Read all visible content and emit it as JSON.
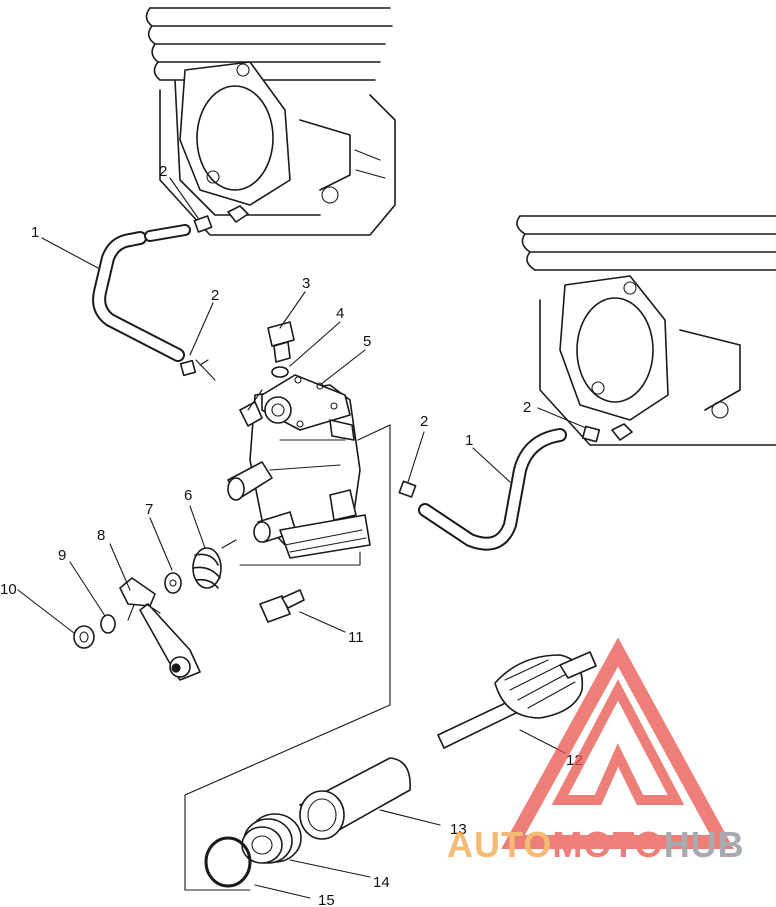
{
  "diagram": {
    "callouts": [
      {
        "id": "c1a",
        "label": "1"
      },
      {
        "id": "c2a",
        "label": "2"
      },
      {
        "id": "c2b",
        "label": "2"
      },
      {
        "id": "c3",
        "label": "3"
      },
      {
        "id": "c4",
        "label": "4"
      },
      {
        "id": "c5",
        "label": "5"
      },
      {
        "id": "c6",
        "label": "6"
      },
      {
        "id": "c7",
        "label": "7"
      },
      {
        "id": "c8",
        "label": "8"
      },
      {
        "id": "c9",
        "label": "9"
      },
      {
        "id": "c10",
        "label": "10"
      },
      {
        "id": "c11",
        "label": "11"
      },
      {
        "id": "c2c",
        "label": "2"
      },
      {
        "id": "c1b",
        "label": "1"
      },
      {
        "id": "c2d",
        "label": "2"
      },
      {
        "id": "c12",
        "label": "12"
      },
      {
        "id": "c13",
        "label": "13"
      },
      {
        "id": "c14",
        "label": "14"
      },
      {
        "id": "c15",
        "label": "15"
      }
    ]
  },
  "watermark": {
    "word": "AUTOMOTOHUB",
    "color_red": "#e8534b",
    "color_orange": "#f0a545",
    "color_gray": "#8a8f96"
  }
}
